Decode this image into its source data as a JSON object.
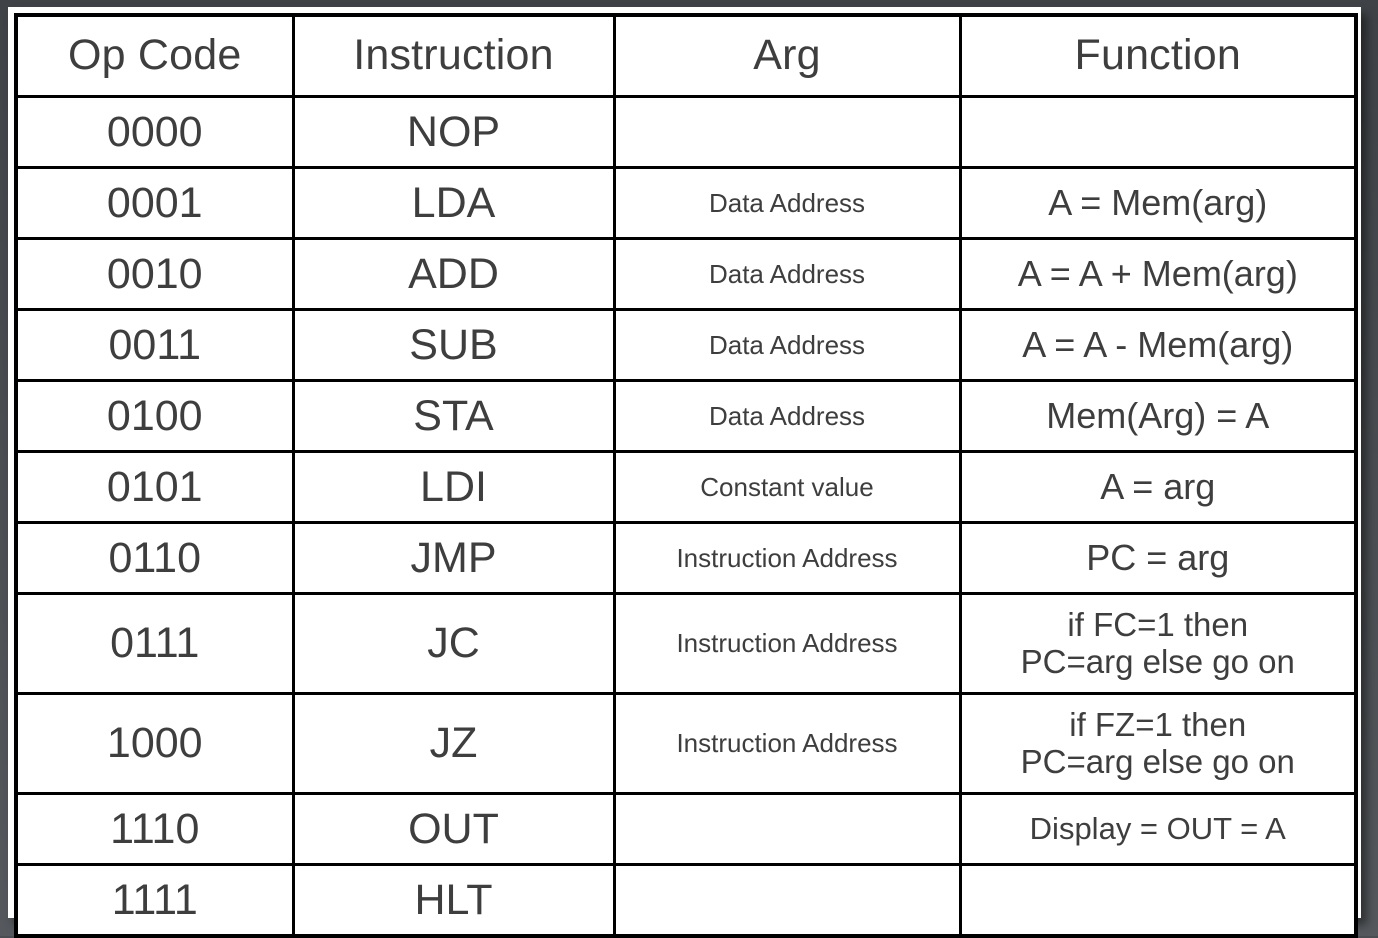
{
  "document": {
    "title": "Op Code Instruction Set Table",
    "background_color": "#4a4e52",
    "header_fill_color": "#dde5d3",
    "border_color": "#000000",
    "text_color": "#3e3e3e"
  },
  "table": {
    "columns": [
      {
        "key": "opcode",
        "label": "Op Code"
      },
      {
        "key": "instruction",
        "label": "Instruction"
      },
      {
        "key": "arg",
        "label": "Arg"
      },
      {
        "key": "function",
        "label": "Function"
      }
    ],
    "rows": [
      {
        "opcode": "0000",
        "instruction": "NOP",
        "arg": "",
        "function": ""
      },
      {
        "opcode": "0001",
        "instruction": "LDA",
        "arg": "Data Address",
        "function": "A = Mem(arg)"
      },
      {
        "opcode": "0010",
        "instruction": "ADD",
        "arg": "Data Address",
        "function": "A = A + Mem(arg)"
      },
      {
        "opcode": "0011",
        "instruction": "SUB",
        "arg": "Data Address",
        "function": "A = A - Mem(arg)"
      },
      {
        "opcode": "0100",
        "instruction": "STA",
        "arg": "Data Address",
        "function": "Mem(Arg) = A"
      },
      {
        "opcode": "0101",
        "instruction": "LDI",
        "arg": "Constant value",
        "function": "A = arg"
      },
      {
        "opcode": "0110",
        "instruction": "JMP",
        "arg": "Instruction Address",
        "function": "PC = arg"
      },
      {
        "opcode": "0111",
        "instruction": "JC",
        "arg": "Instruction Address",
        "function": "if FC=1 then\nPC=arg else go on"
      },
      {
        "opcode": "1000",
        "instruction": "JZ",
        "arg": "Instruction Address",
        "function": "if FZ=1 then\nPC=arg else go on"
      },
      {
        "opcode": "1110",
        "instruction": "OUT",
        "arg": "",
        "function": "Display = OUT = A"
      },
      {
        "opcode": "1111",
        "instruction": "HLT",
        "arg": "",
        "function": ""
      }
    ]
  }
}
